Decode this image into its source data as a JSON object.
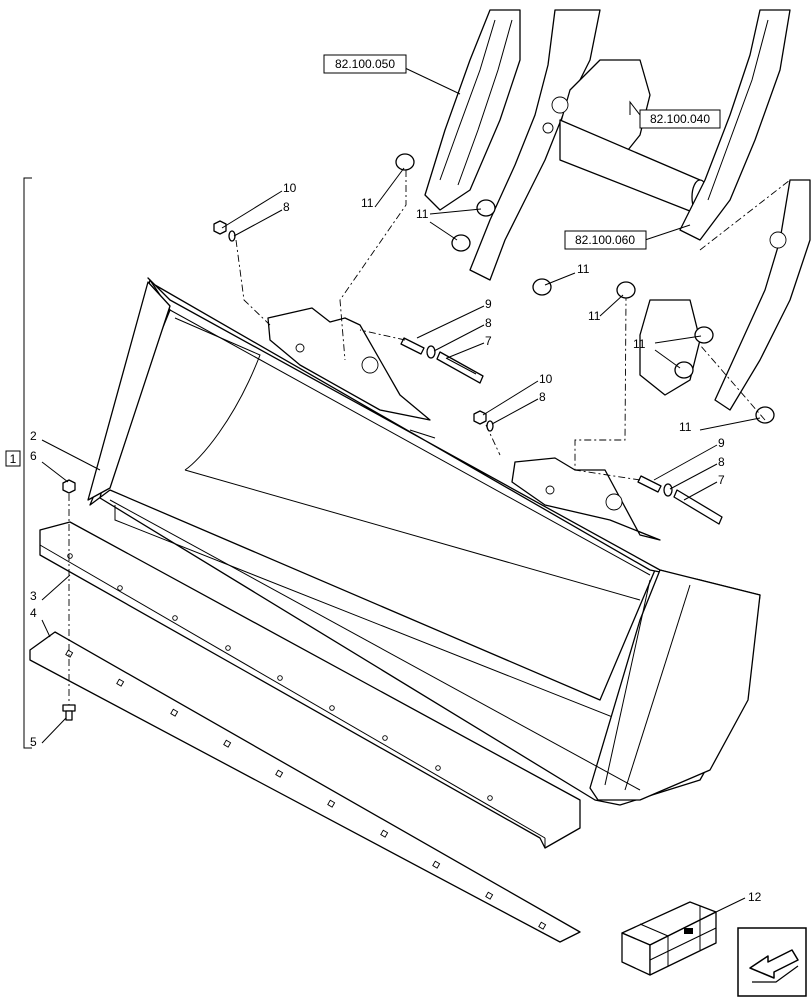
{
  "diagram": {
    "bracket_label": "1",
    "callouts": [
      {
        "id": "c2",
        "text": "2"
      },
      {
        "id": "c6",
        "text": "6"
      },
      {
        "id": "c3",
        "text": "3"
      },
      {
        "id": "c4",
        "text": "4"
      },
      {
        "id": "c5",
        "text": "5"
      },
      {
        "id": "c10a",
        "text": "10"
      },
      {
        "id": "c8a",
        "text": "8"
      },
      {
        "id": "c11a",
        "text": "11"
      },
      {
        "id": "c11b",
        "text": "11"
      },
      {
        "id": "c11c",
        "text": "11"
      },
      {
        "id": "c9a",
        "text": "9"
      },
      {
        "id": "c8b",
        "text": "8"
      },
      {
        "id": "c7a",
        "text": "7"
      },
      {
        "id": "c10b",
        "text": "10"
      },
      {
        "id": "c8c",
        "text": "8"
      },
      {
        "id": "c11d",
        "text": "11"
      },
      {
        "id": "c11e",
        "text": "11"
      },
      {
        "id": "c11f",
        "text": "11"
      },
      {
        "id": "c9b",
        "text": "9"
      },
      {
        "id": "c8d",
        "text": "8"
      },
      {
        "id": "c7b",
        "text": "7"
      },
      {
        "id": "c12",
        "text": "12"
      }
    ],
    "references": [
      {
        "id": "r050",
        "text": "82.100.050"
      },
      {
        "id": "r040",
        "text": "82.100.040"
      },
      {
        "id": "r060",
        "text": "82.100.060"
      }
    ]
  }
}
